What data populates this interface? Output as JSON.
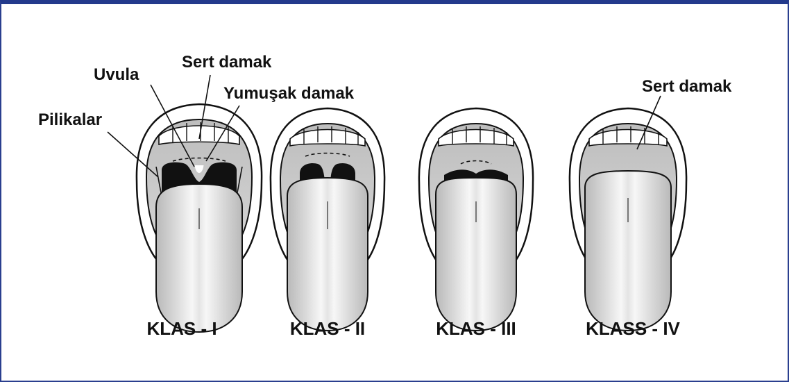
{
  "labels": {
    "sert_damak": "Sert damak",
    "uvula": "Uvula",
    "yumusak_damak": "Yumuşak damak",
    "pilikalar": "Pilikalar",
    "sert_damak_iv": "Sert damak"
  },
  "classes": [
    "KLAS - I",
    "KLAS - II",
    "KLAS - III",
    "KLASS - IV"
  ],
  "colors": {
    "frame": "#233a8c",
    "ink": "#111111",
    "palate": "#c8c8c8",
    "tongue_light": "#f4f4f4",
    "tongue_shade": "#bdbdbd"
  }
}
